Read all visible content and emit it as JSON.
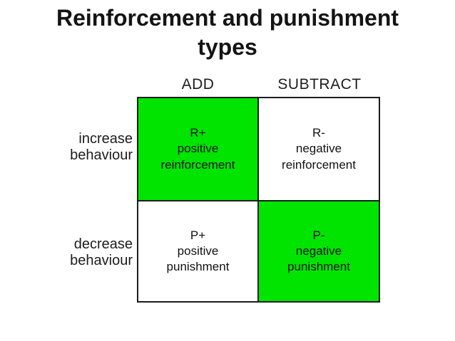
{
  "slide": {
    "title_line1": "Reinforcement and punishment",
    "title_line2": "types"
  },
  "matrix": {
    "column_headers": [
      "ADD",
      "SUBTRACT"
    ],
    "row_labels": [
      {
        "line1": "increase",
        "line2": "behaviour"
      },
      {
        "line1": "decrease",
        "line2": "behaviour"
      }
    ],
    "cells": [
      {
        "code": "R+",
        "word1": "positive",
        "word2": "reinforcement",
        "highlighted": true
      },
      {
        "code": "R-",
        "word1": "negative",
        "word2": "reinforcement",
        "highlighted": false
      },
      {
        "code": "P+",
        "word1": "positive",
        "word2": "punishment",
        "highlighted": false
      },
      {
        "code": "P-",
        "word1": "negative",
        "word2": "punishment",
        "highlighted": true
      }
    ],
    "colors": {
      "highlight": "#00e400",
      "cell_background": "#ffffff",
      "border": "#1c1c1c",
      "text": "#111111"
    }
  }
}
